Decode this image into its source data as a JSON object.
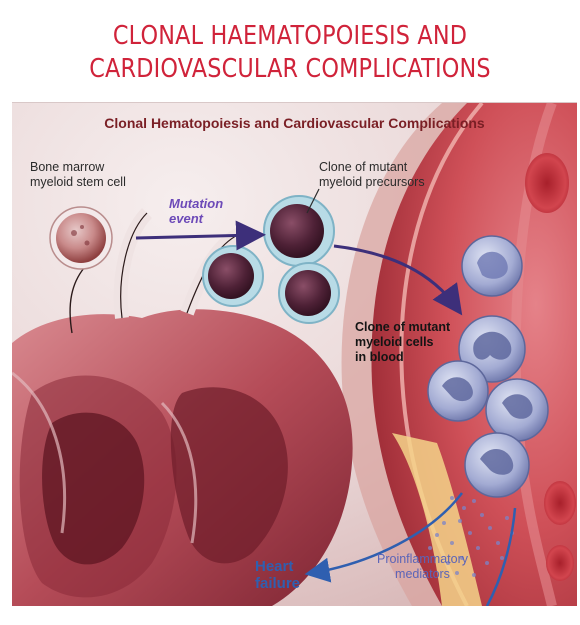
{
  "header": {
    "title": "CLONAL HAEMATOPOIESIS AND\nCARDIOVASCULAR COMPLICATIONS"
  },
  "figure": {
    "title": "Clonal Hematopoiesis and Cardiovascular Complications",
    "labels": {
      "stem_cell": "Bone marrow\nmyeloid stem cell",
      "mutation_event": "Mutation\nevent",
      "precursors": "Clone of mutant\nmyeloid precursors",
      "blood_cells": "Clone of mutant\nmyeloid cells\nin blood",
      "heart_failure": "Heart\nfailure",
      "mediators": "Proinflammatory\nmediators"
    }
  },
  "colors": {
    "title_red": "#d0233a",
    "figure_title": "#7a1f25",
    "mutation_purple": "#6d4ab8",
    "arrow_navy": "#3d2f7a",
    "heart_failure_blue": "#2f5fb0",
    "vessel_red": "#c9414b",
    "cell_blue": "#8c95c6",
    "heart_muscle": "#b84a55"
  },
  "icons": {
    "stem_cell": "stem-cell-icon",
    "precursor_cells": "precursor-cell-icon",
    "blood_cells": "neutrophil-icon",
    "heart": "heart-cross-section-icon",
    "vessel": "blood-vessel-icon"
  }
}
